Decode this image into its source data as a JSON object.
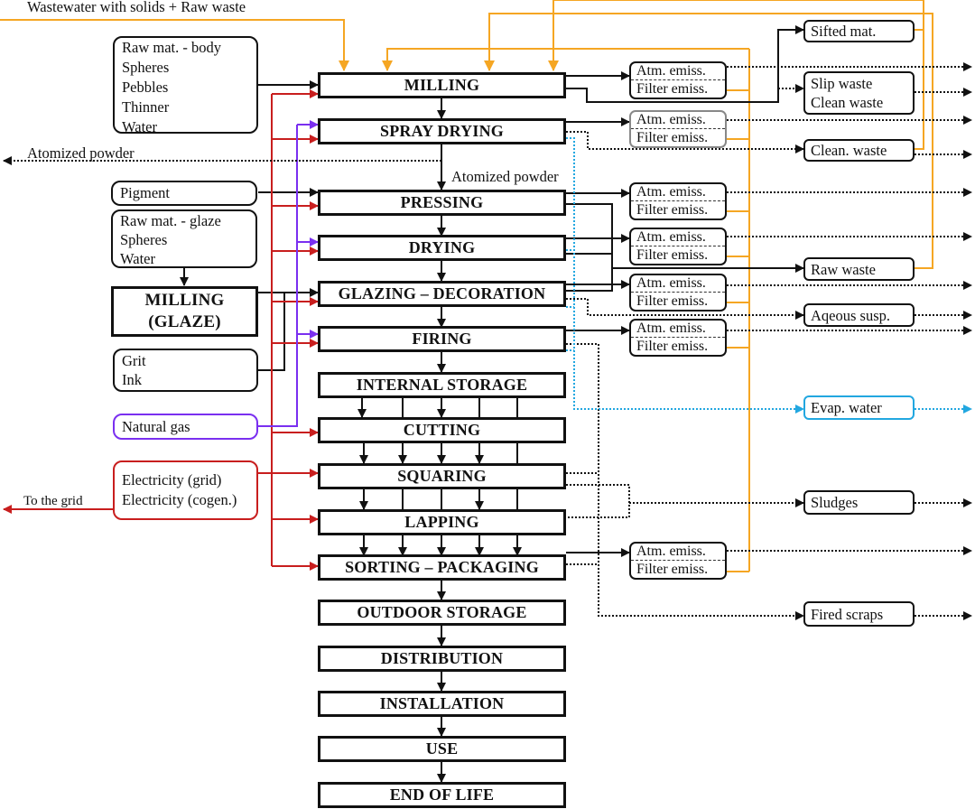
{
  "title": "Ceramic tile life cycle process flow diagram",
  "colors": {
    "black": "#111111",
    "water_recycling": "#f5a623",
    "natural_gas": "#7a2ff0",
    "electricity": "#c81e1e",
    "evaporated_water": "#22a7e0",
    "grey_box": "#888888"
  },
  "labels": {
    "wastewater_top": "Wastewater with solids + Raw waste",
    "atomized_powder_out": "Atomized powder",
    "atomized_powder_in": "Atomized powder",
    "to_the_grid": "To the grid"
  },
  "processes": [
    {
      "id": "milling",
      "label": "MILLING"
    },
    {
      "id": "spray-drying",
      "label": "SPRAY DRYING"
    },
    {
      "id": "pressing",
      "label": "PRESSING"
    },
    {
      "id": "drying",
      "label": "DRYING"
    },
    {
      "id": "glazing-decoration",
      "label": "GLAZING – DECORATION"
    },
    {
      "id": "firing",
      "label": "FIRING"
    },
    {
      "id": "internal-storage",
      "label": "INTERNAL STORAGE"
    },
    {
      "id": "cutting",
      "label": "CUTTING"
    },
    {
      "id": "squaring",
      "label": "SQUARING"
    },
    {
      "id": "lapping",
      "label": "LAPPING"
    },
    {
      "id": "sorting-packaging",
      "label": "SORTING – PACKAGING"
    },
    {
      "id": "outdoor-storage",
      "label": "OUTDOOR STORAGE"
    },
    {
      "id": "distribution",
      "label": "DISTRIBUTION"
    },
    {
      "id": "installation",
      "label": "INSTALLATION"
    },
    {
      "id": "use",
      "label": "USE"
    },
    {
      "id": "end-of-life",
      "label": "END OF LIFE"
    }
  ],
  "milling_glaze": {
    "line1": "MILLING",
    "line2": "(GLAZE)"
  },
  "inputs": {
    "body": [
      "Raw mat. - body",
      "Spheres",
      "Pebbles",
      "Thinner",
      "Water"
    ],
    "pigment": [
      "Pigment"
    ],
    "glaze": [
      "Raw mat. - glaze",
      "Spheres",
      "Water"
    ],
    "grit_ink": [
      "Grit",
      "Ink"
    ],
    "natural_gas": [
      "Natural gas"
    ],
    "electricity": [
      "Electricity (grid)",
      "Electricity (cogen.)"
    ]
  },
  "emissions": {
    "atm": "Atm. emiss.",
    "filter": "Filter emiss."
  },
  "outputs": {
    "sifted": [
      "Sifted mat."
    ],
    "slip": [
      "Slip waste",
      "Clean waste"
    ],
    "clean": [
      "Clean. waste"
    ],
    "raw": [
      "Raw waste"
    ],
    "aqueous": [
      "Aqeous susp."
    ],
    "evap": [
      "Evap. water"
    ],
    "sludges": [
      "Sludges"
    ],
    "scraps": [
      "Fired scraps"
    ]
  }
}
